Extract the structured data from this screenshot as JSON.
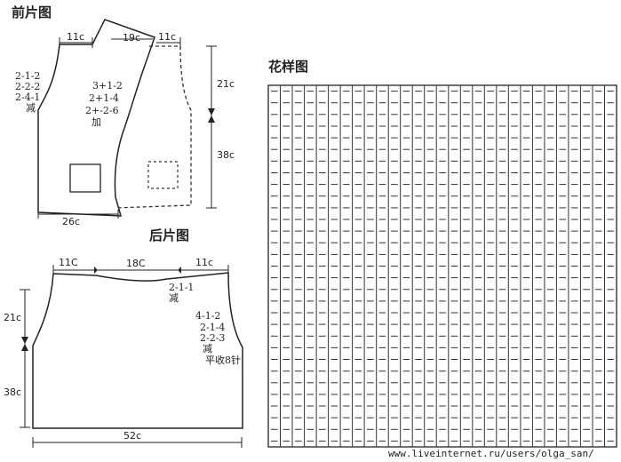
{
  "front": {
    "title": "前片图",
    "top_left": "11c",
    "top_mid": "19c",
    "top_right": "11c",
    "left_notes": [
      "2-1-2",
      "2-2-2",
      "2-4-1",
      "减"
    ],
    "mid_notes": [
      "3+1-2",
      "2+1-4",
      "2+-2-6",
      "加"
    ],
    "right_upper": "21c",
    "right_lower": "38c",
    "bottom": "26c"
  },
  "back": {
    "title": "后片图",
    "top_left": "11C",
    "top_mid": "18C",
    "top_right": "11c",
    "neck_notes": [
      "2-1-1",
      "减"
    ],
    "side_notes": [
      "4-1-2",
      "2-1-4",
      "2-2-3",
      "减",
      "平收8针"
    ],
    "left_upper": "21c",
    "left_lower": "38c",
    "bottom": "52c"
  },
  "pattern": {
    "title": "花样图",
    "cols": 29,
    "rows": 31
  },
  "watermark": "www.liveinternet.ru/users/olga_san/"
}
